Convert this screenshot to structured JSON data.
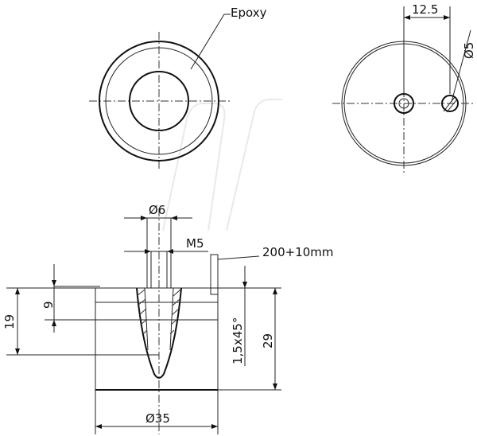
{
  "labels": {
    "epoxy": "Epoxy",
    "dim_offset": "12.5",
    "dim_hole_small": "Ø5",
    "dim_bore": "Ø6",
    "dim_thread": "M5",
    "dim_cable": "200+10mm",
    "dim_height_19": "19",
    "dim_depth_9": "9",
    "dim_chamfer": "1,5x45°",
    "dim_height_29": "29",
    "dim_diameter": "Ø35"
  }
}
